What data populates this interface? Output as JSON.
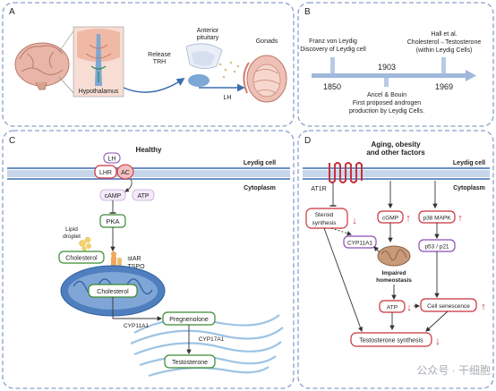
{
  "colors": {
    "panel_border": "#8aa0c8",
    "membrane": "#6a8fc6",
    "red_box": "#c8323a",
    "green_box": "#3a8a32",
    "purple_box": "#8a4fb4",
    "arrow": "#333333",
    "timeline": "#9fb8dc",
    "mito": "#4f7fbf",
    "er": "#9ec4e4"
  },
  "panelA": {
    "label": "A",
    "hypothalamus": "Hypothalamus",
    "release_line1": "Release",
    "release_line2": "TRH",
    "anterior_line1": "Anterior",
    "anterior_line2": "pituitary",
    "gonads": "Gonads",
    "lh": "LH"
  },
  "panelB": {
    "label": "B",
    "e1_line1": "Franz von Leydig",
    "e1_line2": "Discovery of Leydig cell",
    "e1_year": "1850",
    "e2_year": "1903",
    "e2_line1": "Ancel & Bouin",
    "e2_line2": "First proposed androgen",
    "e2_line3": "production by Leydig Cells.",
    "e3_line1": "Hall et al.",
    "e3_line2": "Cholesterol→Testosterone",
    "e3_line3": "(within Leydig Cells)",
    "e3_year": "1969"
  },
  "panelC": {
    "label": "C",
    "title": "Healthy",
    "leydig_cell": "Leydig cell",
    "cytoplasm": "Cytoplasm",
    "lh": "LH",
    "lhr": "LHR",
    "ac": "AC",
    "camp": "cAMP",
    "atp": "ATP",
    "pka": "PKA",
    "lipid_line1": "Lipid",
    "lipid_line2": "droplet",
    "cholesterol": "Cholesterol",
    "star": "stAR",
    "tspo": "TSPO",
    "mito_cholesterol": "Cholesterol",
    "cyp11a1": "CYP11A1",
    "pregnenolone": "Pregnenolone",
    "cyp17a1": "CYP17A1",
    "testosterone": "Testosterone"
  },
  "panelD": {
    "label": "D",
    "title_line1": "Aging, obesity",
    "title_line2": "and other factors",
    "leydig_cell": "Leydig cell",
    "cytoplasm": "Cytoplasm",
    "at1r": "AT1R",
    "steroid_line1": "Steroid",
    "steroid_line2": "synthesis",
    "cgmp": "cGMP",
    "p38": "p38 MAPK",
    "cyp11a1": "CYP11A1",
    "p53": "p53 / p21",
    "impaired_line1": "Impaired",
    "impaired_line2": "homeostasis",
    "atp": "ATP",
    "senescence": "Cell senescence",
    "testosterone": "Testosterone synthesis",
    "down_arrow": "↓",
    "up_arrow": "↑"
  },
  "watermark": "公众号 · 干细胞"
}
